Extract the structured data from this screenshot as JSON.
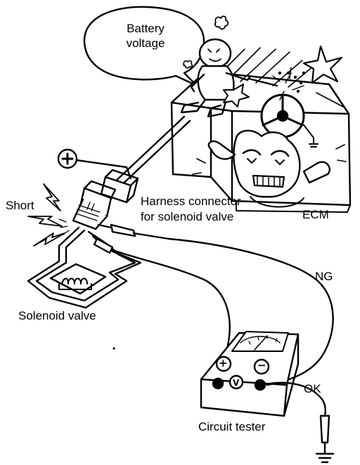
{
  "labels": {
    "bubble": "Battery\nvoltage",
    "short": "Short",
    "harness": "Harness connector\nfor solenoid valve",
    "ecm": "ECM",
    "ng": "NG",
    "solenoid": "Solenoid valve",
    "ok": "OK",
    "tester": "Circuit tester"
  },
  "tester_symbols": {
    "plus": "+",
    "minus": "−",
    "volts": "V"
  },
  "battery_symbol": "+"
}
